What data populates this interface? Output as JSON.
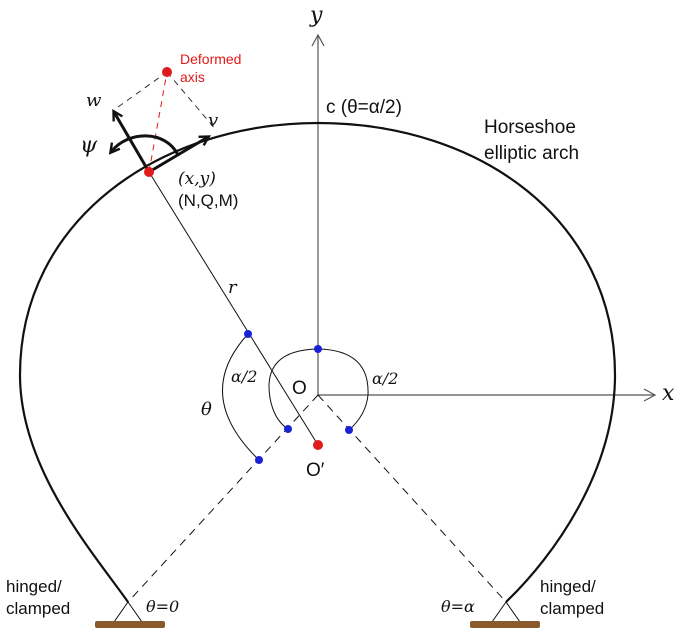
{
  "labels": {
    "y_axis": "y",
    "x_axis": "x",
    "crown": "c (θ=α/2)",
    "arch_title_line1": "Horseshoe",
    "arch_title_line2": "elliptic arch",
    "deformed_axis_line1": "Deformed",
    "deformed_axis_line2": "axis",
    "w": "w",
    "v": "v",
    "psi": "ψ",
    "point_xy": "(x,y)",
    "point_forces": "(N,Q,M)",
    "radius": "r",
    "theta": "θ",
    "alpha_half_left": "α/2",
    "alpha_half_right": "α/2",
    "origin": "O",
    "origin_prime": "O′",
    "theta_zero": "θ=0",
    "theta_alpha": "θ=α",
    "left_support_line1": "hinged/",
    "left_support_line2": "clamped",
    "right_support_line1": "hinged/",
    "right_support_line2": "clamped"
  },
  "colors": {
    "line": "#111111",
    "axis": "#555555",
    "marker_red": "#e01b1b",
    "marker_blue": "#1a22d6",
    "support_base": "#8b5a2b"
  }
}
